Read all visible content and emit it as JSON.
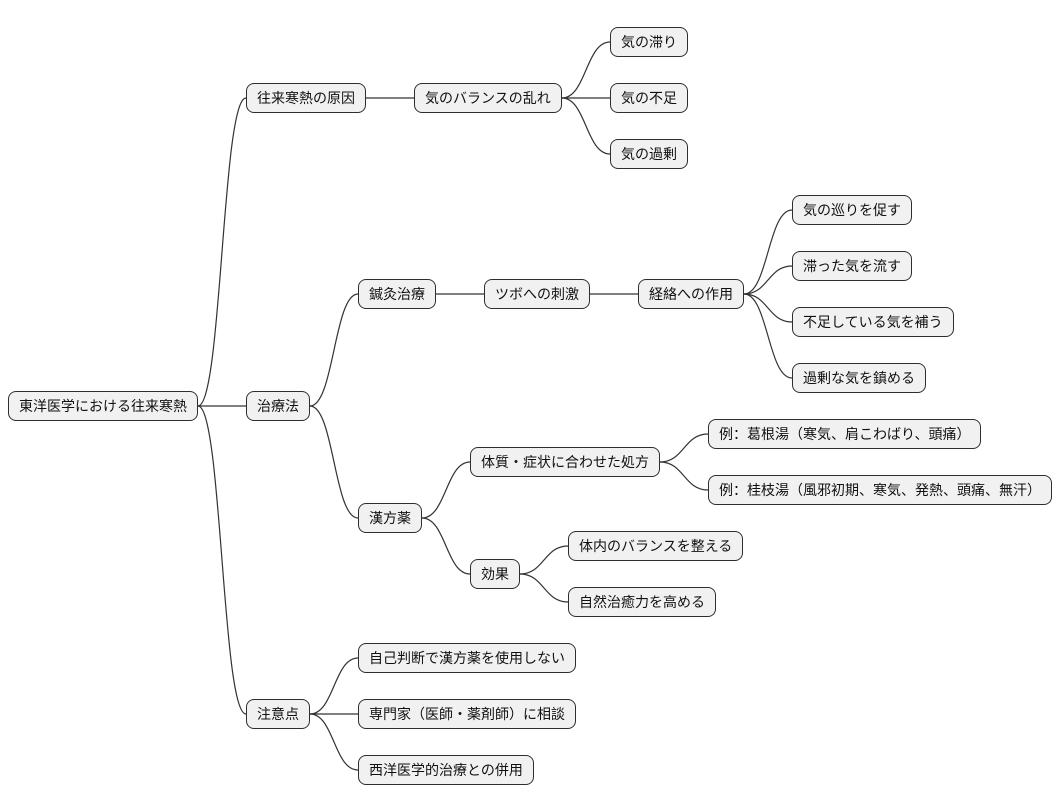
{
  "diagram": {
    "type": "mindmap",
    "title": "東洋医学における往来寒熱",
    "style": {
      "node_fill": "#f1f1f1",
      "node_border": "#2e2e2e",
      "link_color": "#333333",
      "text_color": "#111111",
      "background": "#ffffff"
    },
    "tree": {
      "id": "root",
      "label": "東洋医学における往来寒熱",
      "children": [
        {
          "id": "causes",
          "label": "往来寒熱の原因",
          "children": [
            {
              "id": "qi-imbalance",
              "label": "気のバランスの乱れ",
              "children": [
                {
                  "id": "qi-stagnation",
                  "label": "気の滞り"
                },
                {
                  "id": "qi-deficiency",
                  "label": "気の不足"
                },
                {
                  "id": "qi-excess",
                  "label": "気の過剰"
                }
              ]
            }
          ]
        },
        {
          "id": "treatments",
          "label": "治療法",
          "children": [
            {
              "id": "acupuncture",
              "label": "鍼灸治療",
              "children": [
                {
                  "id": "tsubo-stimulation",
                  "label": "ツボへの刺激",
                  "children": [
                    {
                      "id": "meridian-action",
                      "label": "経絡への作用",
                      "children": [
                        {
                          "id": "promote-qi-flow",
                          "label": "気の巡りを促す"
                        },
                        {
                          "id": "move-stagnant-qi",
                          "label": "滞った気を流す"
                        },
                        {
                          "id": "supplement-deficient-qi",
                          "label": "不足している気を補う"
                        },
                        {
                          "id": "calm-excess-qi",
                          "label": "過剰な気を鎮める"
                        }
                      ]
                    }
                  ]
                }
              ]
            },
            {
              "id": "kampo",
              "label": "漢方薬",
              "children": [
                {
                  "id": "tailored-prescription",
                  "label": "体質・症状に合わせた処方",
                  "children": [
                    {
                      "id": "example-kakkonto",
                      "label": "例：葛根湯（寒気、肩こわばり、頭痛）"
                    },
                    {
                      "id": "example-keishito",
                      "label": "例：桂枝湯（風邪初期、寒気、発熱、頭痛、無汗）"
                    }
                  ]
                },
                {
                  "id": "effects",
                  "label": "効果",
                  "children": [
                    {
                      "id": "balance-body",
                      "label": "体内のバランスを整える"
                    },
                    {
                      "id": "natural-healing",
                      "label": "自然治癒力を高める"
                    }
                  ]
                }
              ]
            }
          ]
        },
        {
          "id": "cautions",
          "label": "注意点",
          "children": [
            {
              "id": "no-self-judgment",
              "label": "自己判断で漢方薬を使用しない"
            },
            {
              "id": "consult-professionals",
              "label": "専門家（医師・薬剤師）に相談"
            },
            {
              "id": "combine-western-medicine",
              "label": "西洋医学的治療との併用"
            }
          ]
        }
      ]
    }
  }
}
